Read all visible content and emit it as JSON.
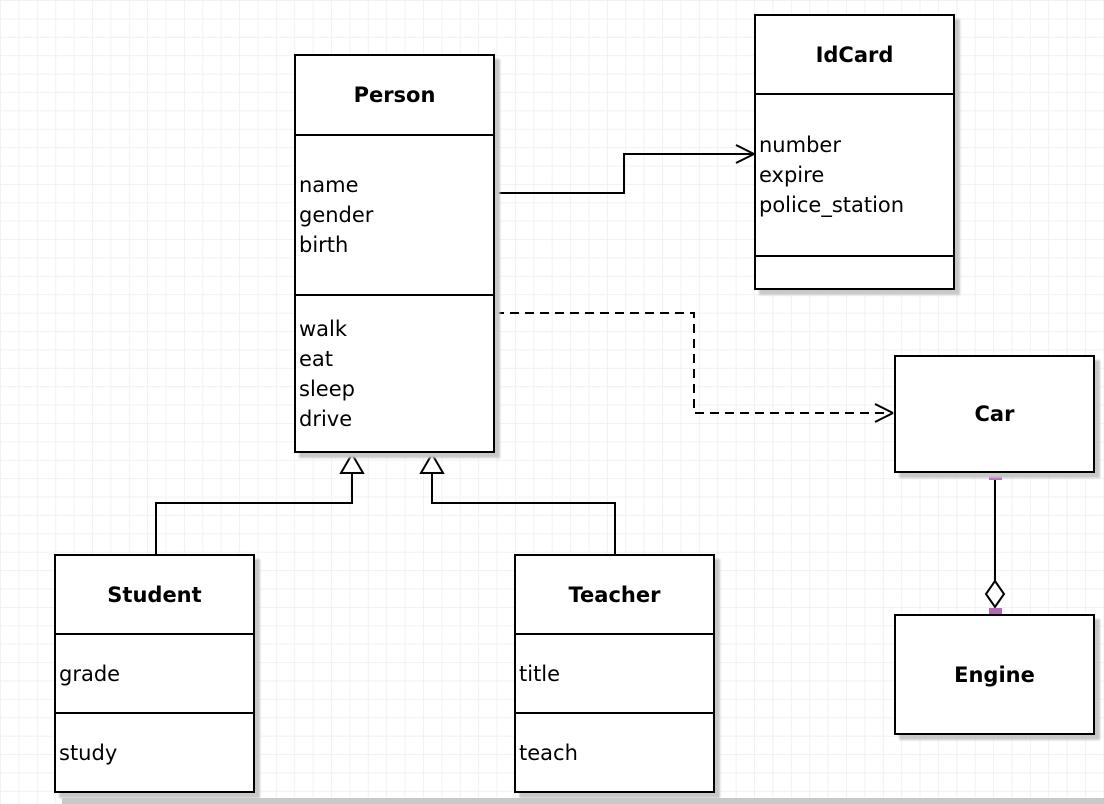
{
  "diagram": {
    "classes": {
      "person": {
        "title": "Person",
        "attributes": [
          "name",
          "gender",
          "birth"
        ],
        "methods": [
          "walk",
          "eat",
          "sleep",
          "drive"
        ]
      },
      "idcard": {
        "title": "IdCard",
        "attributes": [
          "number",
          "expire",
          "police_station"
        ],
        "methods": []
      },
      "car": {
        "title": "Car",
        "attributes": [],
        "methods": []
      },
      "engine": {
        "title": "Engine",
        "attributes": [],
        "methods": []
      },
      "student": {
        "title": "Student",
        "attributes": [
          "grade"
        ],
        "methods": [
          "study"
        ]
      },
      "teacher": {
        "title": "Teacher",
        "attributes": [
          "title"
        ],
        "methods": [
          "teach"
        ]
      }
    },
    "relationships": [
      {
        "from": "Person",
        "to": "IdCard",
        "type": "association",
        "line_style": "solid",
        "arrowhead": "open-arrow"
      },
      {
        "from": "Person",
        "to": "Car",
        "type": "dependency",
        "line_style": "dashed",
        "arrowhead": "open-arrow"
      },
      {
        "from": "Student",
        "to": "Person",
        "type": "generalization",
        "line_style": "solid",
        "arrowhead": "hollow-triangle"
      },
      {
        "from": "Teacher",
        "to": "Person",
        "type": "generalization",
        "line_style": "solid",
        "arrowhead": "hollow-triangle"
      },
      {
        "from": "Car",
        "to": "Engine",
        "type": "aggregation",
        "line_style": "solid",
        "arrowhead": "hollow-diamond",
        "endpoint_markers": "purple-squares"
      }
    ],
    "colors": {
      "line": "#000000",
      "box_fill": "#ffffff",
      "box_border": "#000000",
      "endpoint_marker": "#b666b6",
      "shadow": "#c8c8c8",
      "grid_line": "#f1f1f4",
      "canvas_bg": "#ffffff"
    }
  }
}
